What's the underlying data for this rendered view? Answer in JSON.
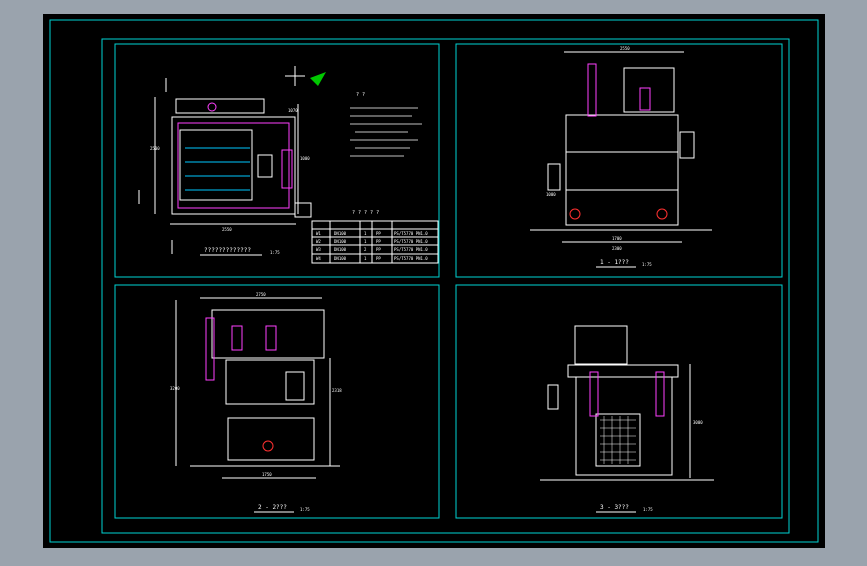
{
  "colors": {
    "background": "#9aa3ad",
    "sheet": "#000000",
    "frame": "#00d3d3",
    "line": "#ffffff",
    "accent": "#ff40ff",
    "green": "#00c800",
    "yellow": "#ffff00",
    "red": "#ff3030"
  },
  "views": {
    "plan": {
      "title": "?????????????",
      "scale": "1:75",
      "notes_title": "? ?",
      "dims": [
        "2550",
        "2500",
        "1070",
        "1000"
      ],
      "table_title": "? ? ? ? ?",
      "table_rows": [
        [
          "W1",
          "DN100",
          "1",
          "PP",
          "PS/T5770 PN1.0"
        ],
        [
          "W2",
          "DN100",
          "1",
          "PP",
          "PS/T5770 PN1.0"
        ],
        [
          "W3",
          "DN100",
          "2",
          "PP",
          "PS/T5770 PN1.0"
        ],
        [
          "W4",
          "DN100",
          "1",
          "PP",
          "PS/T5770 PN1.0"
        ]
      ]
    },
    "section1": {
      "title": "1 - 1???",
      "scale": "1:75",
      "dims": [
        "2550",
        "1000",
        "2300",
        "1700"
      ]
    },
    "section2": {
      "title": "2 - 2???",
      "scale": "1:75",
      "dims": [
        "2750",
        "1750",
        "2318",
        "3200"
      ]
    },
    "section3": {
      "title": "3 - 3???",
      "scale": "1:75",
      "dims": [
        "3000"
      ]
    }
  }
}
